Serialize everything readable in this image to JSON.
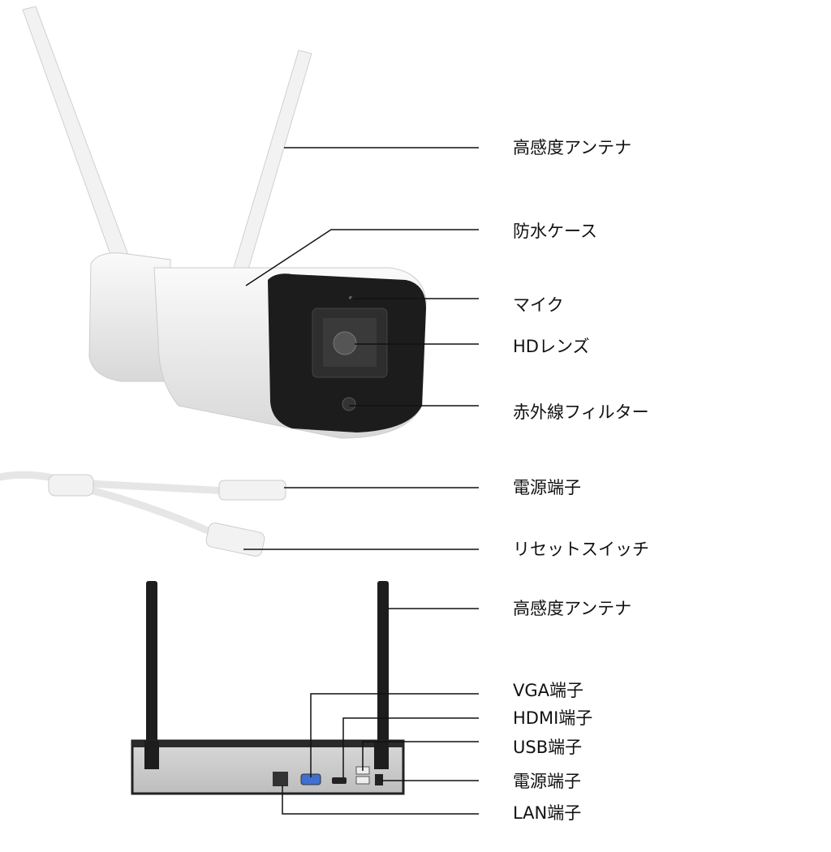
{
  "camera_labels": {
    "antenna": "高感度アンテナ",
    "housing": "防水ケース",
    "mic": "マイク",
    "lens": "HDレンズ",
    "ir_filter": "赤外線フィルター",
    "power": "電源端子",
    "reset": "リセットスイッチ"
  },
  "nvr_labels": {
    "antenna": "高感度アンテナ",
    "vga": "VGA端子",
    "hdmi": "HDMI端子",
    "usb": "USB端子",
    "power": "電源端子",
    "lan": "LAN端子"
  }
}
